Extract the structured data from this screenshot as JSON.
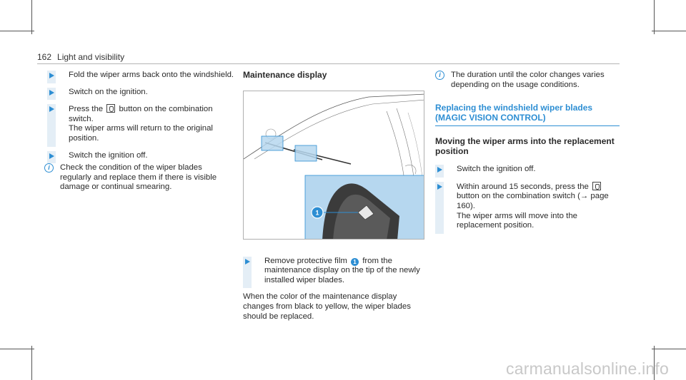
{
  "header": {
    "page_number": "162",
    "section": "Light and visibility"
  },
  "col1": {
    "steps": [
      {
        "type": "action",
        "text": "Fold the wiper arms back onto the windshield."
      },
      {
        "type": "action",
        "text": "Switch on the ignition."
      },
      {
        "type": "action",
        "pre": "Press the",
        "post": "button on the combination switch.",
        "after": "The wiper arms will return to the original position."
      },
      {
        "type": "action",
        "text": "Switch the ignition off."
      },
      {
        "type": "info",
        "text": "Check the condition of the wiper blades regularly and replace them if there is visible damage or continual smearing."
      }
    ]
  },
  "col2": {
    "title": "Maintenance display",
    "callout": "1",
    "step": {
      "pre": "Remove protective film",
      "post": "from the maintenance display on the tip of the newly installed wiper blades."
    },
    "para": "When the color of the maintenance display changes from black to yellow, the wiper blades should be replaced."
  },
  "col3": {
    "info": "The duration until the color changes varies depending on the usage conditions.",
    "blue_title": "Replacing the windshield wiper blades (MAGIC VISION CONTROL)",
    "sub_title": "Moving the wiper arms into the replacement position",
    "steps": [
      {
        "text": "Switch the ignition off."
      },
      {
        "pre": "Within around 15 seconds, press the",
        "mid": "button on the combination switch (→ page 160).",
        "after": "The wiper arms will move into the replacement position."
      }
    ]
  },
  "colors": {
    "accent": "#2d8ed3",
    "callout_fill": "#b6d7ef"
  },
  "watermark": "carmanualsonline.info"
}
